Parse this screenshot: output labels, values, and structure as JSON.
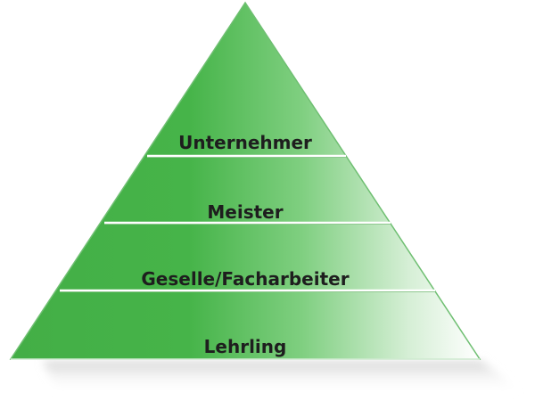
{
  "pyramid": {
    "levels": [
      {
        "label": "Unternehmer"
      },
      {
        "label": "Meister"
      },
      {
        "label": "Geselle/Facharbeiter"
      },
      {
        "label": "Lehrling"
      }
    ],
    "colors": {
      "fill_dark": "#3aaa3e",
      "fill_mid": "#5cc05e",
      "fill_light": "#ffffff",
      "divider": "#9fd3a0",
      "edge": "#6fbf72",
      "shadow": "#d8d8d8",
      "text": "#1e1e1e"
    }
  }
}
